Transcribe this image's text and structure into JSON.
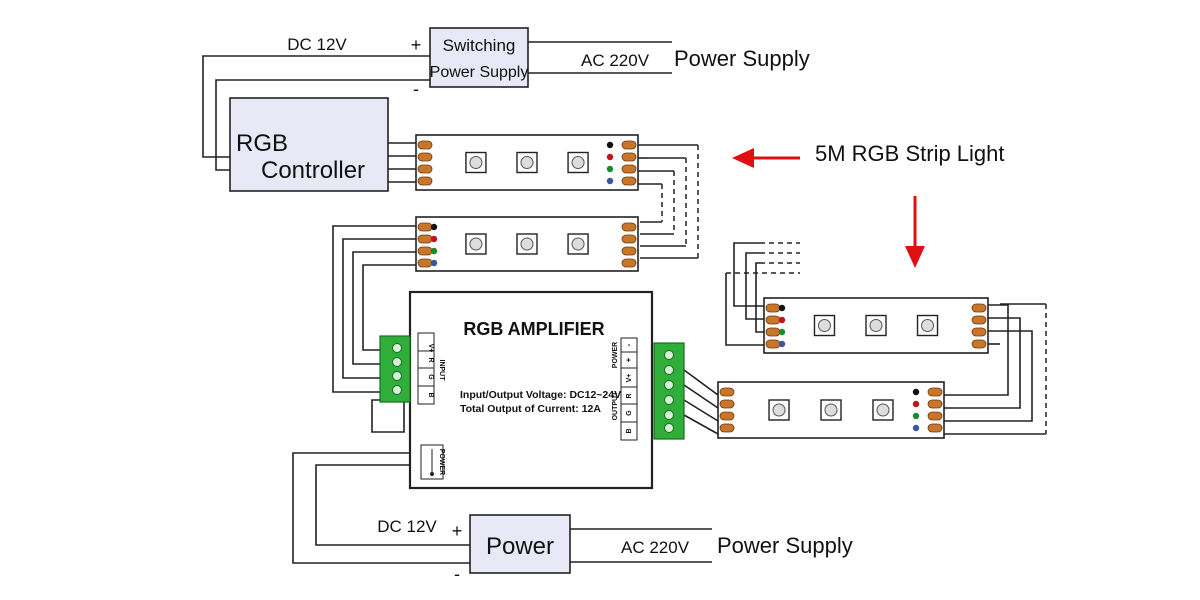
{
  "switching_supply": {
    "label_line1": "Switching",
    "label_line2": "Power Supply",
    "dc_label": "DC 12V",
    "plus": "+",
    "minus": "-",
    "ac_label": "AC 220V",
    "power_supply_label": "Power Supply"
  },
  "controller": {
    "label_line1": "RGB",
    "label_line2": "Controller"
  },
  "strip_label": "5M RGB Strip Light",
  "amplifier": {
    "title": "RGB AMPLIFIER",
    "spec_voltage": "Input/Output Voltage: DC12~24V",
    "spec_current": "Total Output of Current: 12A",
    "input_label": "INPUT",
    "input_pins": [
      "V+",
      "R",
      "G",
      "B"
    ],
    "output_label": "OUTPUT",
    "output_pins": [
      "V+",
      "R",
      "G",
      "B"
    ],
    "power_pins": [
      "-",
      "+"
    ],
    "power_label_right": "POWER",
    "power_label_bottom": "POWER"
  },
  "bottom_supply": {
    "label": "Power",
    "dc_label": "DC 12V",
    "plus": "+",
    "minus": "-",
    "ac_label": "AC 220V",
    "power_supply_label": "Power Supply"
  },
  "colors": {
    "box_fill": "#e8e8f6",
    "arrow": "#e01010",
    "terminal_green": "#2fae3a",
    "pad_brown": "#c9762a",
    "dot_black": "#111111",
    "dot_red": "#c0141b",
    "dot_green": "#1a8a2e",
    "dot_blue": "#3a55a0"
  },
  "icons": {
    "arrow_left": "red-arrow-left-icon",
    "arrow_down": "red-arrow-down-icon",
    "led": "led-chip-icon"
  }
}
